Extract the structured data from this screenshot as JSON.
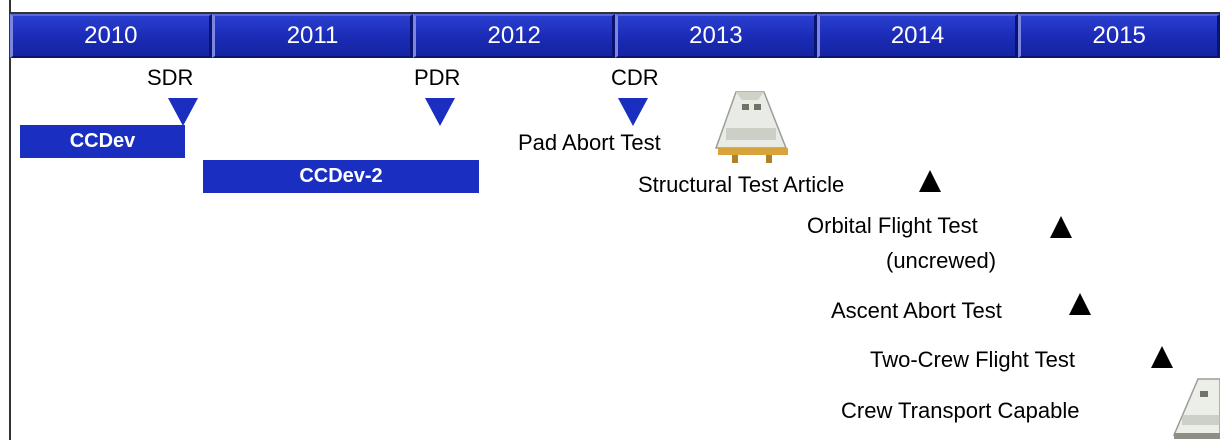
{
  "years": [
    "2010",
    "2011",
    "2012",
    "2013",
    "2014",
    "2015"
  ],
  "reviews": [
    {
      "label": "SDR"
    },
    {
      "label": "PDR"
    },
    {
      "label": "CDR"
    }
  ],
  "phases": [
    {
      "label": "CCDev"
    },
    {
      "label": "CCDev-2"
    }
  ],
  "milestones": [
    {
      "label": "Pad Abort Test"
    },
    {
      "label": "Structural Test Article"
    },
    {
      "label": "Orbital Flight Test"
    },
    {
      "label": "(uncrewed)"
    },
    {
      "label": "Ascent Abort Test"
    },
    {
      "label": "Two-Crew Flight Test"
    },
    {
      "label": "Crew Transport Capable"
    }
  ],
  "colors": {
    "bar": "#1a2ec0",
    "marker": "#000000"
  },
  "icons": [
    "capsule-icon"
  ]
}
